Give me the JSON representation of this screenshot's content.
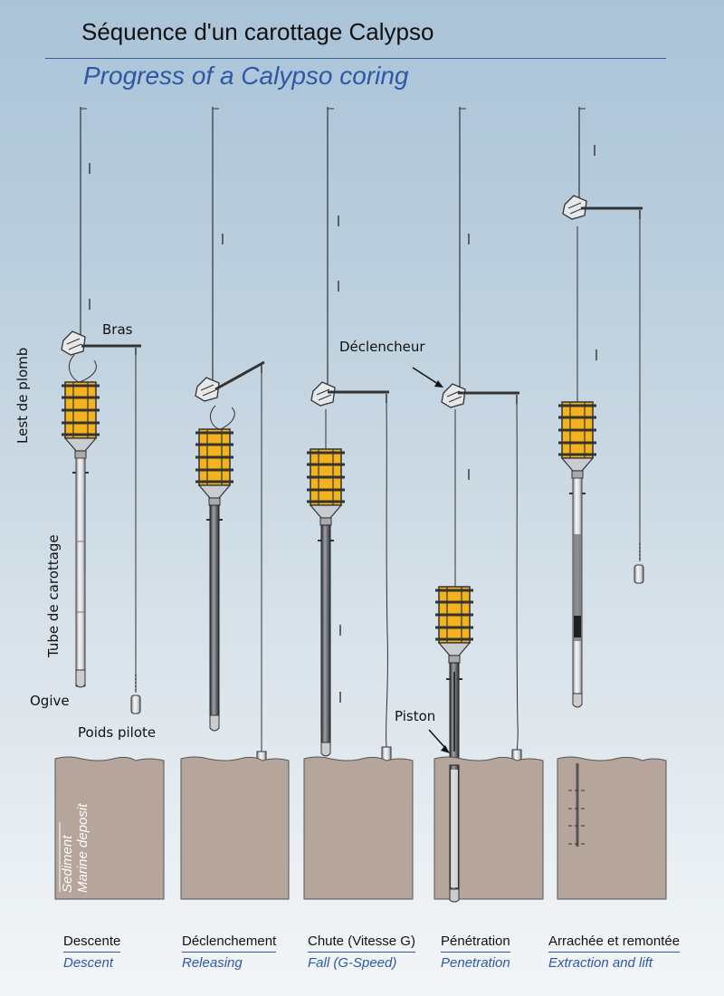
{
  "title_fr": "Séquence d'un carottage Calypso",
  "title_en": "Progress of a Calypso coring",
  "labels": {
    "bras": "Bras",
    "lest": "Lest de plomb",
    "tube": "Tube de carottage",
    "ogive": "Ogive",
    "poids": "Poids pilote",
    "declencheur": "Déclencheur",
    "piston": "Piston"
  },
  "sediment": {
    "fr": "Sediment",
    "en": "Marine deposit"
  },
  "steps": [
    {
      "fr": "Descente",
      "en": "Descent"
    },
    {
      "fr": "Déclenchement",
      "en": "Releasing"
    },
    {
      "fr": "Chute (Vitesse G)",
      "en": "Fall (G-Speed)"
    },
    {
      "fr": "Pénétration",
      "en": "Penetration"
    },
    {
      "fr": "Arrachée et remontée",
      "en": "Extraction and lift"
    }
  ],
  "colors": {
    "ballast": "#f3b31c",
    "sediment": "#b5a59b",
    "accent": "#2e58a6"
  }
}
